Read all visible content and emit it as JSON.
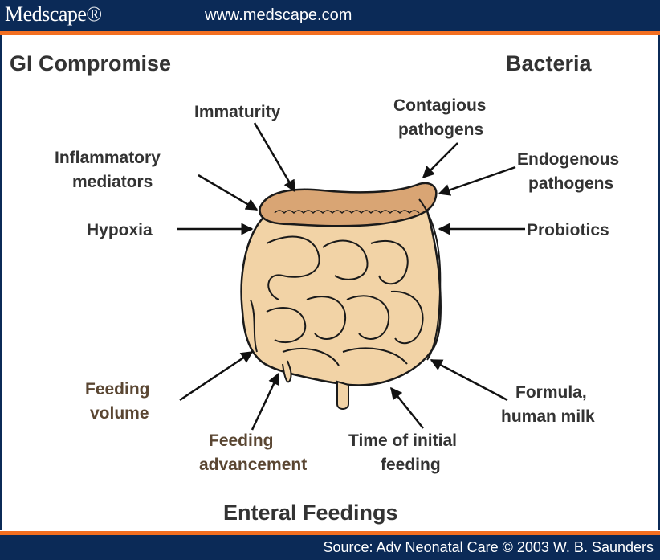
{
  "header": {
    "brand": "Medscape®",
    "url": "www.medscape.com"
  },
  "diagram": {
    "left_heading": "GI Compromise",
    "right_heading": "Bacteria",
    "bottom_heading": "Enteral Feedings",
    "labels": {
      "immaturity": "Immaturity",
      "inflammatory_1": "Inflammatory",
      "inflammatory_2": "mediators",
      "hypoxia": "Hypoxia",
      "contagious_1": "Contagious",
      "contagious_2": "pathogens",
      "endogenous_1": "Endogenous",
      "endogenous_2": "pathogens",
      "probiotics": "Probiotics",
      "feeding_volume_1": "Feeding",
      "feeding_volume_2": "volume",
      "feeding_adv_1": "Feeding",
      "feeding_adv_2": "advancement",
      "time_initial_1": "Time of initial",
      "time_initial_2": "feeding",
      "formula_1": "Formula,",
      "formula_2": "human milk"
    },
    "colors": {
      "intestine_fill": "#f2d3a6",
      "intestine_stroke": "#1a1a1a",
      "colon_fill": "#d9a574",
      "text_dark": "#333333",
      "text_brown": "#5a4632"
    }
  },
  "footer": {
    "source": "Source: Adv Neonatal Care © 2003 W. B. Saunders"
  }
}
